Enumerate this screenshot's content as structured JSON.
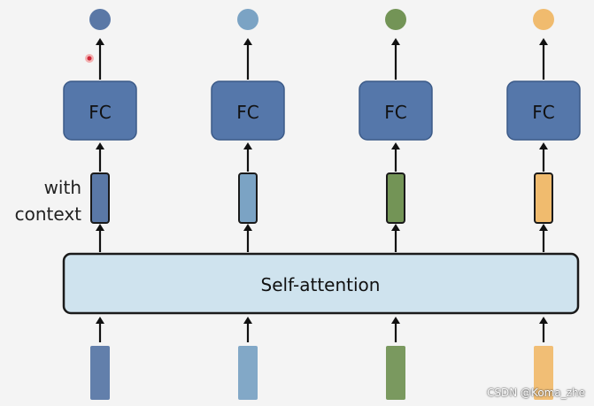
{
  "diagram": {
    "fc_label": "FC",
    "context_label_line1": "with",
    "context_label_line2": "context",
    "attention_label": "Self-attention",
    "columns": [
      {
        "color": "#5a78a6",
        "border": "#2e4a72"
      },
      {
        "color": "#7ba3c4",
        "border": "#3d6a8a"
      },
      {
        "color": "#739456",
        "border": "#3e5b2c"
      },
      {
        "color": "#f0bb6e",
        "border": "#b07d2e"
      }
    ],
    "fc_fill": "#5577aa",
    "attention_fill": "#cfe3ee",
    "arrow_color": "#111111"
  },
  "watermark": "CSDN @Koma_zhe"
}
